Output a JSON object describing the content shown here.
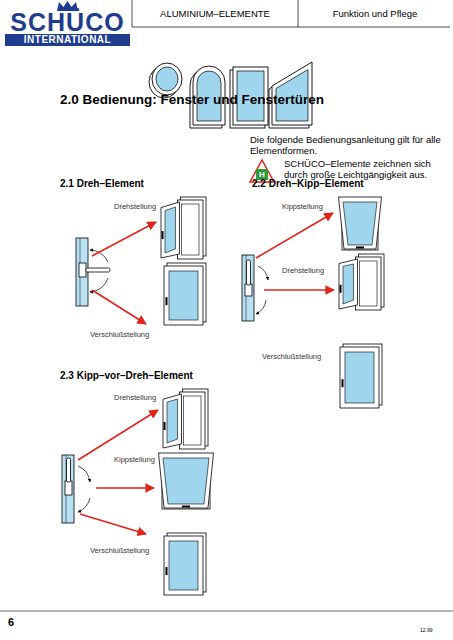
{
  "diagram": {
    "title": "2.0 Bedienung: Fenster und Fenstertüren",
    "nodes": [
      {
        "text": [
          "Drehstellung"
        ]
      },
      {
        "text": [
          "Verschlußstellung"
        ]
      },
      {
        "text": [
          "Kippstellung"
        ]
      },
      {
        "text": [
          "Drehstellung"
        ]
      },
      {
        "text": [
          "Verschlußstellung"
        ]
      },
      {
        "text": [
          "Drehstellung"
        ]
      },
      {
        "text": [
          "Kippstellung"
        ]
      },
      {
        "text": [
          "Verschlußstellung"
        ]
      }
    ],
    "labels": [
      "SCHÜCO",
      "INTERNATIONAL",
      "ALUMINIUM–ELEMENTE",
      "Funktion und Pflege",
      "Die folgende Bedienungsanleitung gilt für alle Elementformen.",
      "H",
      "SCHÜCO–Elemente zeichnen sich durch große Leichtgängigkeit aus.",
      "2.1 Dreh–Element",
      "2.2 Dreh–Kipp–Element",
      "2.3 Kipp–vor–Dreh–Element",
      "6",
      "12.99"
    ]
  }
}
